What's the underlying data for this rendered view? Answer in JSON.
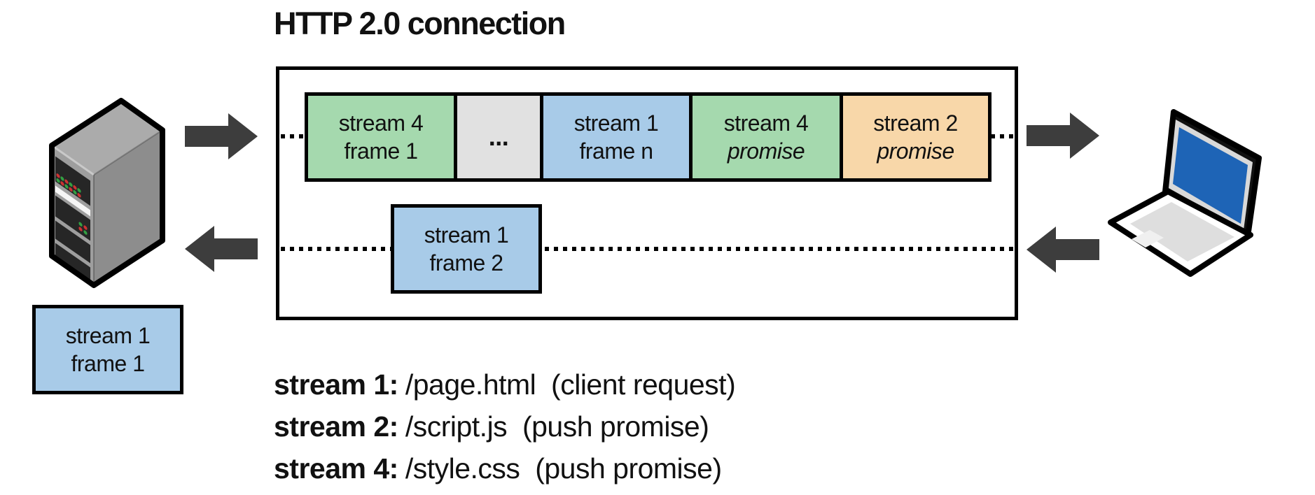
{
  "title": "HTTP 2.0 connection",
  "colors": {
    "green": "#a5d9ae",
    "blue": "#a8cbe8",
    "orange": "#f8d7a9",
    "gray": "#e1e1e1",
    "arrow": "#3d3d3d",
    "screen_blue": "#1e64b6"
  },
  "connection_box": {
    "top_frames": [
      {
        "line1": "stream 4",
        "line2": "frame 1"
      },
      {
        "line1": "...",
        "line2": ""
      },
      {
        "line1": "stream 1",
        "line2": "frame n"
      },
      {
        "line1": "stream 4",
        "line2": "promise"
      },
      {
        "line1": "stream 2",
        "line2": "promise"
      }
    ],
    "response_frame": {
      "line1": "stream 1",
      "line2": "frame 2"
    }
  },
  "server_pending_frame": {
    "line1": "stream 1",
    "line2": "frame 1"
  },
  "legend": {
    "items": [
      {
        "label": "stream 1:",
        "value": "/page.html  (client request)"
      },
      {
        "label": "stream 2:",
        "value": "/script.js  (push promise)"
      },
      {
        "label": "stream 4:",
        "value": "/style.css  (push promise)"
      }
    ]
  }
}
